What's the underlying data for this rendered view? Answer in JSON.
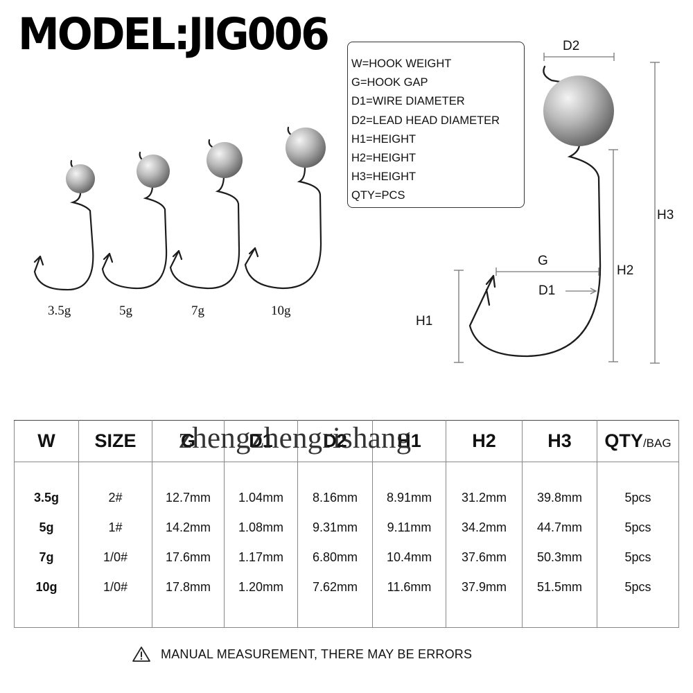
{
  "title": "MODEL:JIG006",
  "legend": [
    "W=HOOK WEIGHT",
    "G=HOOK GAP",
    "D1=WIRE DIAMETER",
    "D2=LEAD HEAD DIAMETER",
    "H1=HEIGHT",
    "H2=HEIGHT",
    "H3=HEIGHT",
    "QTY=PCS"
  ],
  "hook_sizes": [
    "3.5g",
    "5g",
    "7g",
    "10g"
  ],
  "diagram_labels": {
    "d2": "D2",
    "h3": "H3",
    "g": "G",
    "h2": "H2",
    "d1": "D1",
    "h1": "H1"
  },
  "table": {
    "headers": [
      "W",
      "SIZE",
      "G",
      "D1",
      "D2",
      "H1",
      "H2",
      "H3",
      "QTY"
    ],
    "qty_unit": "/BAG",
    "rows": [
      [
        "3.5g",
        "2#",
        "12.7mm",
        "1.04mm",
        "8.16mm",
        "8.91mm",
        "31.2mm",
        "39.8mm",
        "5pcs"
      ],
      [
        "5g",
        "1#",
        "14.2mm",
        "1.08mm",
        "9.31mm",
        "9.11mm",
        "34.2mm",
        "44.7mm",
        "5pcs"
      ],
      [
        "7g",
        "1/0#",
        "17.6mm",
        "1.17mm",
        "6.80mm",
        "10.4mm",
        "37.6mm",
        "50.3mm",
        "5pcs"
      ],
      [
        "10g",
        "1/0#",
        "17.8mm",
        "1.20mm",
        "7.62mm",
        "11.6mm",
        "37.9mm",
        "51.5mm",
        "5pcs"
      ]
    ]
  },
  "watermark": "zhengzhengrishang",
  "note": "MANUAL MEASUREMENT, THERE MAY BE ERRORS",
  "icons": {
    "note": "warning-triangle-icon"
  }
}
